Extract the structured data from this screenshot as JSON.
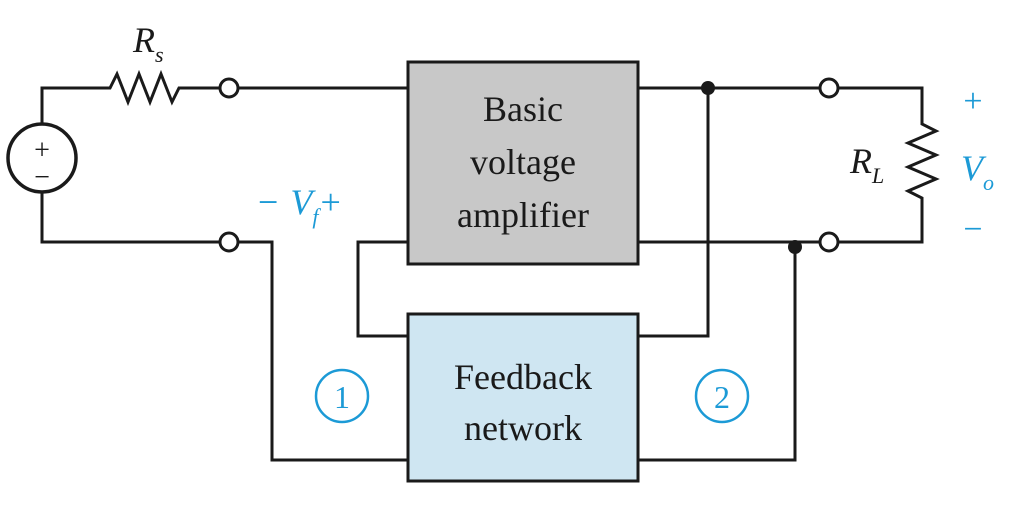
{
  "amplifier": {
    "lines": [
      "Basic",
      "voltage",
      "amplifier"
    ],
    "fill": "#c8c8c8"
  },
  "feedback": {
    "lines": [
      "Feedback",
      "network"
    ],
    "fill": "#cfe6f2"
  },
  "source": {
    "plus": "+",
    "minus": "−"
  },
  "resistor_source": {
    "main": "R",
    "sub": "s"
  },
  "resistor_load": {
    "main": "R",
    "sub": "L"
  },
  "feedback_voltage": {
    "minus": "−",
    "main": "V",
    "sub": "f",
    "plus": "+"
  },
  "output_voltage": {
    "plus": "+",
    "main": "V",
    "sub": "o",
    "minus": "−"
  },
  "ports": {
    "port1": "1",
    "port2": "2"
  },
  "colors": {
    "accent": "#1c9ad6",
    "wire": "#1a1a1a"
  }
}
